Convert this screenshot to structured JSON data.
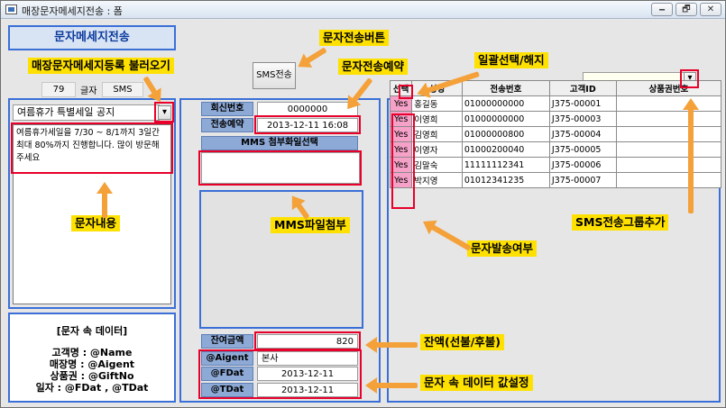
{
  "window": {
    "title": "매장문자메세지전송 : 폼",
    "controls": [
      "🗕",
      "🗗",
      "✕"
    ]
  },
  "header": {
    "title": "문자메세지전송"
  },
  "counter": {
    "count": "79",
    "unit": "글자",
    "type": "SMS"
  },
  "message": {
    "subject": "여름휴가 특별세일 공지",
    "body": "여름휴가세일을 7/30 ~ 8/1까지 3일간 최대 80%까지 진행합니다. 많이 방문해 주세요"
  },
  "data_info": {
    "title": "[문자 속 데이터]",
    "lines": [
      "고객명 : @Name",
      "매장명 : @Aigent",
      "상품권 : @GiftNo",
      "일자 : @FDat , @TDat"
    ]
  },
  "sms_button": {
    "label": "SMS전송"
  },
  "form": {
    "reply_label": "회신번호",
    "reply_value": "0000000",
    "reserve_label": "전송예약",
    "reserve_value": "2013-12-11 16:08",
    "mms_label": "MMS 첨부화일선택",
    "balance_label": "잔여금액",
    "balance_value": "820",
    "aigent_label": "@Aigent",
    "aigent_value": "본사",
    "fdat_label": "@FDat",
    "fdat_value": "2013-12-11",
    "tdat_label": "@TDat",
    "tdat_value": "2013-12-11"
  },
  "grid": {
    "headers": [
      "선택",
      "성명",
      "전송번호",
      "고객ID",
      "상품권번호"
    ],
    "rows": [
      [
        "Yes",
        "홍길동",
        "01000000000",
        "J375-00001",
        ""
      ],
      [
        "Yes",
        "이영희",
        "01000000000",
        "J375-00003",
        ""
      ],
      [
        "Yes",
        "김영희",
        "01000000800",
        "J375-00004",
        ""
      ],
      [
        "Yes",
        "이영자",
        "01000200040",
        "J375-00005",
        ""
      ],
      [
        "Yes",
        "김말숙",
        "11111112341",
        "J375-00006",
        ""
      ],
      [
        "Yes",
        "박지영",
        "01012341235",
        "J375-00007",
        ""
      ]
    ]
  },
  "annotations": {
    "load_msg": "매장문자메세지등록 불러오기",
    "sms_send_btn": "문자전송버튼",
    "reserve": "문자전송예약",
    "select_all": "일괄선택/해지",
    "content": "문자내용",
    "mms": "MMS파일첨부",
    "group_add": "SMS전송그룹추가",
    "send_flag": "문자발송여부",
    "balance": "잔액(선불/후불)",
    "data_setting": "문자 속 데이터 값설정"
  },
  "icons": {
    "dropdown": "▾",
    "check": "✔"
  },
  "colors": {
    "panel_border": "#3a6fd8",
    "annotation_bg": "#ffe100",
    "highlight": "#e8002a",
    "arrow": "#f4a13a",
    "yes_bg": "#f6a1c8"
  }
}
